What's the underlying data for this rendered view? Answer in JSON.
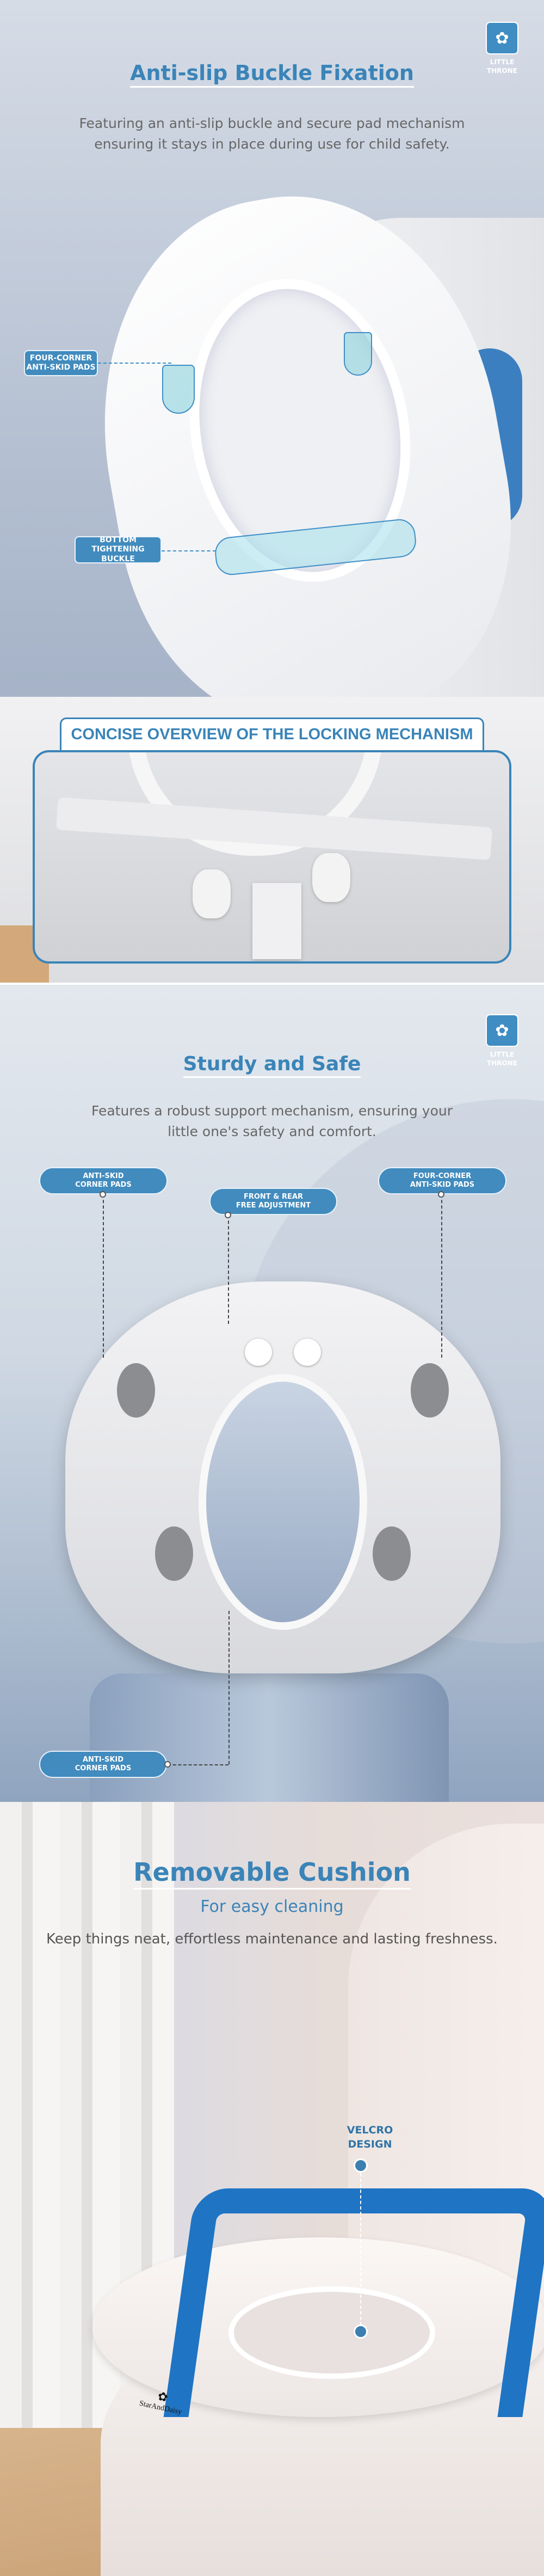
{
  "brand_badge": {
    "icon": "daisy-icon",
    "line1": "LITTLE",
    "line2": "THRONE"
  },
  "section1": {
    "title": "Anti-slip Buckle Fixation",
    "description": [
      "Featuring an anti-slip buckle and secure pad mechanism",
      "ensuring it stays in place during use for child safety."
    ],
    "callouts": [
      "FOUR-CORNER\nANTI-SKID PADS",
      "BOTTOM TIGHTENING\nBUCKLE"
    ],
    "inset_heading": "CONCISE OVERVIEW OF THE LOCKING MECHANISM"
  },
  "section2": {
    "title": "Sturdy and Safe",
    "description": [
      "Features a robust support mechanism, ensuring your",
      "little one's safety and comfort."
    ],
    "callouts": [
      "ANTI-SKID\nCORNER PADS",
      "FRONT & REAR\nFREE ADJUSTMENT",
      "FOUR-CORNER\nANTI-SKID PADS",
      "ANTI-SKID\nCORNER PADS"
    ]
  },
  "section3": {
    "title": "Removable Cushion",
    "subtitle": "For easy cleaning",
    "description": "Keep things neat, effortless maintenance and lasting freshness.",
    "callout": "VELCRO\nDESIGN",
    "product_logo": "StarAndDaisy"
  },
  "colors": {
    "accent": "#3a84b8",
    "cushion": "#1f74c4",
    "label_bg": "#418bbe"
  }
}
